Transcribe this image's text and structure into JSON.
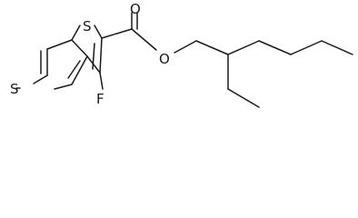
{
  "structure": {
    "atoms": [
      {
        "symbol": "S"
      },
      {
        "symbol": "S"
      },
      {
        "symbol": "O"
      },
      {
        "symbol": "O"
      },
      {
        "symbol": "F"
      }
    ]
  },
  "colors": {
    "ink": "#1a1a1a",
    "background": "#ffffff"
  }
}
